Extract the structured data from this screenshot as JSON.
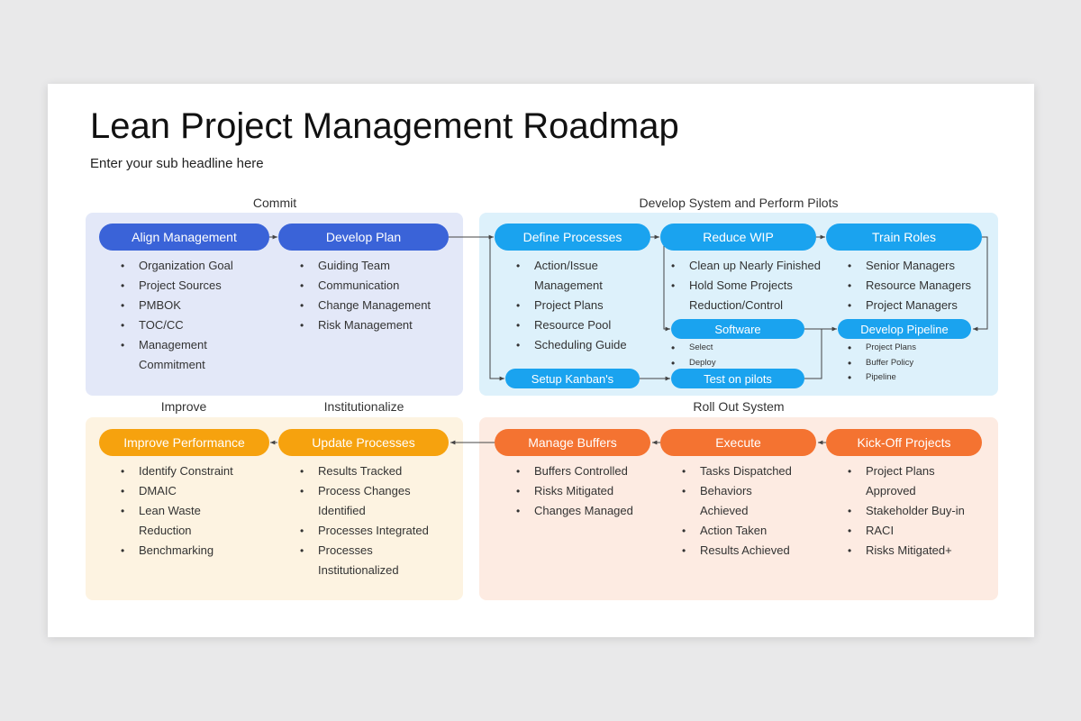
{
  "title": "Lean Project Management Roadmap",
  "subtitle": "Enter your sub headline here",
  "colors": {
    "dark_blue": "#3a63d8",
    "light_blue": "#1aa3ef",
    "amber": "#f6a20e",
    "orange": "#f47331",
    "panel_commit": "#e3e8f8",
    "panel_develop": "#ddf1fb",
    "panel_improve": "#fdf3e1",
    "panel_rollout": "#fdebe2"
  },
  "sections": {
    "commit": "Commit",
    "develop": "Develop System and Perform Pilots",
    "improve": "Improve",
    "institutionalize": "Institutionalize",
    "rollout": "Roll Out System"
  },
  "steps": {
    "align_management": {
      "label": "Align Management",
      "items": [
        "Organization Goal",
        "Project Sources",
        "PMBOK",
        "TOC/CC",
        "Management Commitment"
      ]
    },
    "develop_plan": {
      "label": "Develop Plan",
      "items": [
        "Guiding Team",
        "Communication",
        "Change Management",
        "Risk Management"
      ]
    },
    "define_processes": {
      "label": "Define Processes",
      "items": [
        "Action/Issue Management",
        "Project Plans",
        "Resource Pool",
        "Scheduling Guide"
      ]
    },
    "reduce_wip": {
      "label": "Reduce WIP",
      "items": [
        "Clean up Nearly Finished",
        "Hold Some Projects Reduction/Control"
      ]
    },
    "train_roles": {
      "label": "Train Roles",
      "items": [
        "Senior Managers",
        "Resource Managers",
        "Project Managers"
      ]
    },
    "software": {
      "label": "Software",
      "items": [
        "Select",
        "Deploy"
      ]
    },
    "develop_pipeline": {
      "label": "Develop Pipeline",
      "items": [
        "Project Plans",
        "Buffer Policy",
        "Pipeline"
      ]
    },
    "setup_kanban": {
      "label": "Setup Kanban's"
    },
    "test_pilots": {
      "label": "Test on pilots"
    },
    "improve_performance": {
      "label": "Improve Performance",
      "items": [
        "Identify Constraint",
        "DMAIC",
        "Lean Waste Reduction",
        "Benchmarking"
      ]
    },
    "update_processes": {
      "label": "Update Processes",
      "items": [
        "Results Tracked",
        "Process Changes Identified",
        "Processes Integrated",
        "Processes Institutionalized"
      ]
    },
    "manage_buffers": {
      "label": "Manage Buffers",
      "items": [
        "Buffers Controlled",
        "Risks Mitigated",
        "Changes Managed"
      ]
    },
    "execute": {
      "label": "Execute",
      "items": [
        "Tasks Dispatched",
        "Behaviors Achieved",
        "Action Taken",
        "Results Achieved"
      ]
    },
    "kickoff_projects": {
      "label": "Kick-Off Projects",
      "items": [
        "Project Plans Approved",
        "Stakeholder Buy-in",
        "RACI",
        "Risks Mitigated+"
      ]
    }
  }
}
